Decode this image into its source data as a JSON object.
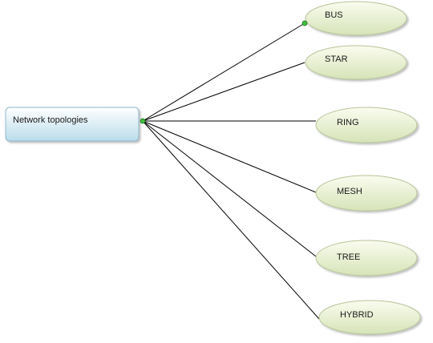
{
  "diagram": {
    "root": {
      "label": "Network topologies"
    },
    "children": [
      {
        "label": "BUS"
      },
      {
        "label": "STAR"
      },
      {
        "label": "RING"
      },
      {
        "label": "MESH"
      },
      {
        "label": "TREE"
      },
      {
        "label": "HYBRID"
      }
    ]
  },
  "colors": {
    "connector_line": "#000000",
    "connector_dot": "#3fbf3f",
    "root_fill_top": "#ffffff",
    "root_fill_bottom": "#b9dcea",
    "root_border": "#8fb9cc",
    "node_fill_top": "#fafcef",
    "node_fill_bottom": "#d6e3b7",
    "node_border": "#b7c59a"
  }
}
